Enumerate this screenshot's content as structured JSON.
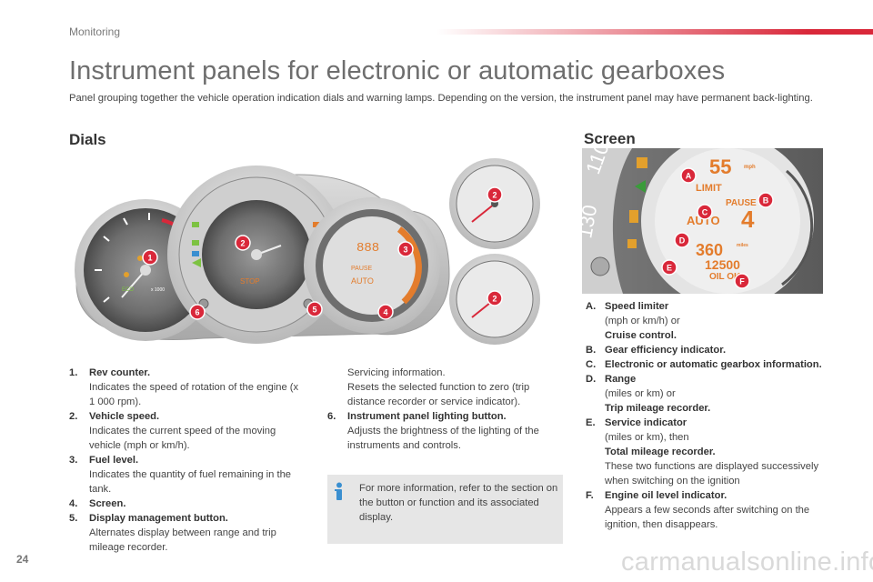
{
  "header": {
    "section": "Monitoring",
    "accent_color": "#d9283a"
  },
  "title": "Instrument panels for electronic or automatic gearboxes",
  "intro": "Panel grouping together the vehicle operation indication dials and warning lamps. Depending on the version, the instrument panel may have permanent back-lighting.",
  "dials": {
    "heading": "Dials",
    "illustration": {
      "callouts": [
        "1",
        "2",
        "3",
        "4",
        "5",
        "6"
      ],
      "small_dial_callouts": [
        "2",
        "2"
      ],
      "stop_label": "STOP",
      "eco_label": "ECO",
      "center_text": "888",
      "auto_label": "AUTO",
      "pause_label": "PAUSE"
    },
    "items": [
      {
        "num": "1.",
        "term": "Rev counter.",
        "desc": "Indicates the speed of rotation of the engine (x 1 000 rpm)."
      },
      {
        "num": "2.",
        "term": "Vehicle speed.",
        "desc": "Indicates the current speed of the moving vehicle (mph or km/h)."
      },
      {
        "num": "3.",
        "term": "Fuel level.",
        "desc": "Indicates the quantity of fuel remaining in the tank."
      },
      {
        "num": "4.",
        "term": "Screen.",
        "desc": ""
      },
      {
        "num": "5.",
        "term": "Display management button.",
        "desc": "Alternates display between range and trip mileage recorder."
      }
    ],
    "continued": "Servicing information.\nResets the selected function to zero (trip distance recorder or service indicator).",
    "item6": {
      "num": "6.",
      "term": "Instrument panel lighting button.",
      "desc": "Adjusts the brightness of the lighting of the instruments and controls."
    }
  },
  "screen": {
    "heading": "Screen",
    "illustration": {
      "callouts": [
        "A",
        "B",
        "C",
        "D",
        "E",
        "F"
      ],
      "speed_value": "55",
      "unit_mph": "mph",
      "limit_label": "LIMIT",
      "pause_label": "PAUSE",
      "auto_label": "AUTO",
      "gear_value": "4",
      "range_value": "360",
      "miles_label": "miles",
      "odometer_value": "12500",
      "oil_ok_label": "OIL OK",
      "scale_110": "110",
      "scale_130": "130"
    },
    "items": [
      {
        "num": "A.",
        "lines": [
          {
            "t": "Speed limiter",
            "b": true
          },
          {
            "t": "(mph or km/h) or",
            "b": false
          },
          {
            "t": "Cruise control.",
            "b": true
          }
        ]
      },
      {
        "num": "B.",
        "lines": [
          {
            "t": "Gear efficiency indicator.",
            "b": true
          }
        ]
      },
      {
        "num": "C.",
        "lines": [
          {
            "t": "Electronic or automatic gearbox information.",
            "b": true
          }
        ]
      },
      {
        "num": "D.",
        "lines": [
          {
            "t": "Range",
            "b": true
          },
          {
            "t": "(miles or km) or",
            "b": false
          },
          {
            "t": "Trip mileage recorder.",
            "b": true
          }
        ]
      },
      {
        "num": "E.",
        "lines": [
          {
            "t": "Service indicator",
            "b": true
          },
          {
            "t": "(miles or km), then",
            "b": false
          },
          {
            "t": "Total mileage recorder.",
            "b": true
          },
          {
            "t": "These two functions are displayed successively when switching on the ignition",
            "b": false
          }
        ]
      },
      {
        "num": "F.",
        "lines": [
          {
            "t": "Engine oil level indicator.",
            "b": true
          },
          {
            "t": "Appears a few seconds after switching on the ignition, then disappears.",
            "b": false
          }
        ]
      }
    ]
  },
  "info_box": {
    "text": "For more information, refer to the section on the button or function and its associated display.",
    "icon": "info-icon",
    "icon_color": "#3a8fd0"
  },
  "page_number": "24",
  "watermark": "carmanualsonline.info"
}
